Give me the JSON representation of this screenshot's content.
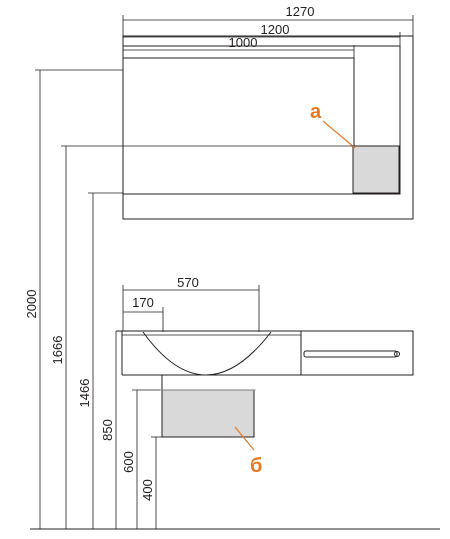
{
  "dimensions": {
    "w1270": "1270",
    "w1200": "1200",
    "w1000": "1000",
    "w570": "570",
    "w170": "170",
    "h2000": "2000",
    "h1666": "1666",
    "h1466": "1466",
    "h850": "850",
    "h600": "600",
    "h400": "400"
  },
  "callouts": {
    "a": "а",
    "b": "б"
  },
  "colors": {
    "line": "#231f20",
    "callout": "#e87722",
    "fill_grey": "#d9d9d9"
  }
}
